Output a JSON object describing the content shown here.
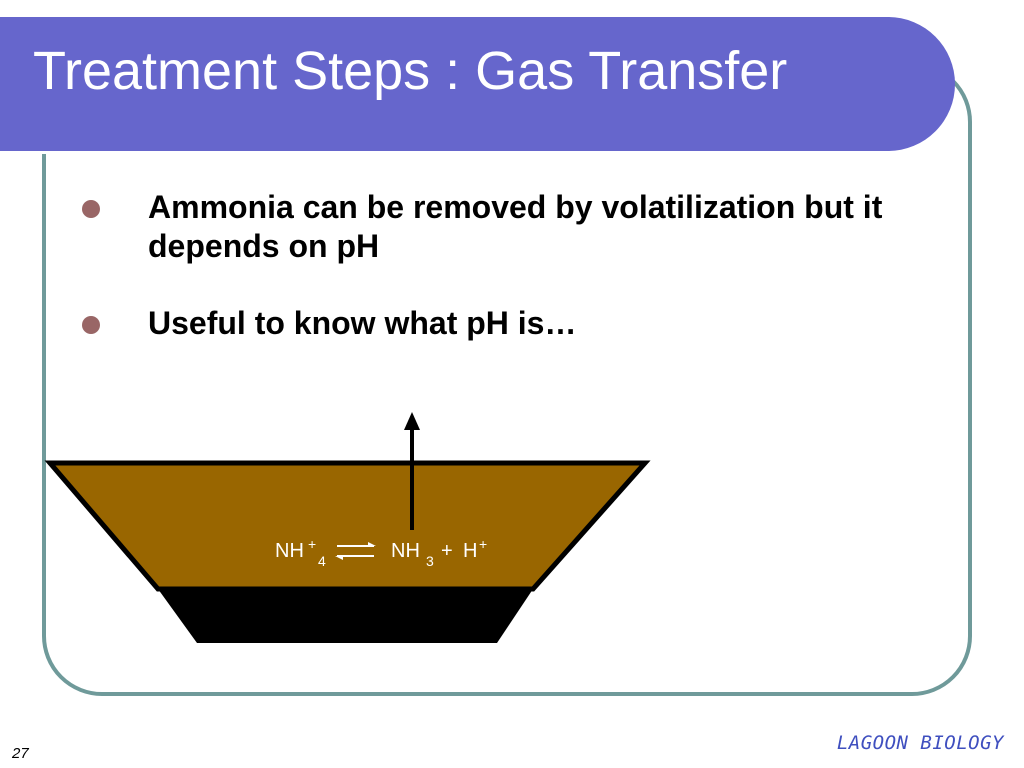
{
  "slide": {
    "title": "Treatment Steps : Gas Transfer",
    "bullets": [
      {
        "text": "Ammonia can be removed by volatilization but it depends on pH"
      },
      {
        "text": "Useful to know what pH is…"
      }
    ],
    "diagram": {
      "reactant": "NH",
      "reactant_sup": "+",
      "reactant_sub": "4",
      "product1": "NH",
      "product1_sub": "3",
      "plus": "+",
      "product2": "H",
      "product2_sup": "+"
    },
    "slide_number": "27",
    "footer": "LAGOON BIOLOGY"
  },
  "colors": {
    "title_bar": "#6666cc",
    "frame_border": "#6f9a9a",
    "bullet": "#996666",
    "lagoon_water": "#996600",
    "lagoon_sludge": "#000000",
    "footer": "#3f4fbf"
  }
}
